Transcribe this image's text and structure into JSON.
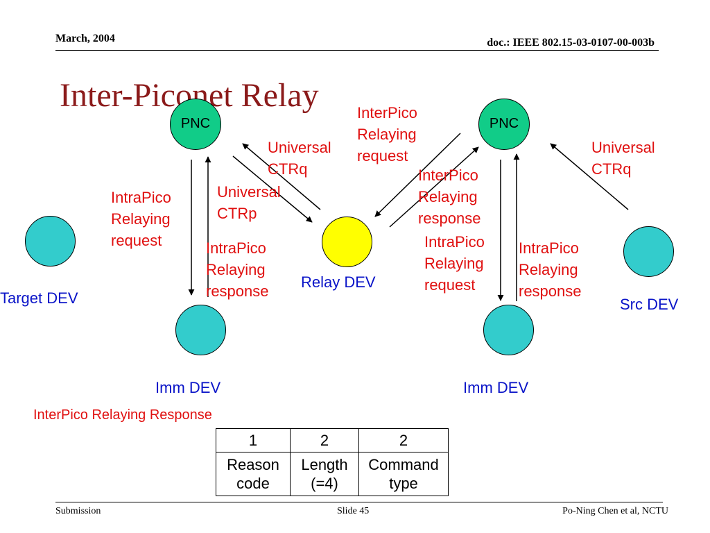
{
  "header": {
    "date": "March, 2004",
    "doc": "doc.: IEEE 802.15-03-0107-00-003b"
  },
  "slide": {
    "title": "Inter-Piconet Relay"
  },
  "nodes": {
    "pnc_left": "PNC",
    "pnc_right": "PNC",
    "target_dev": "Target DEV",
    "relay_dev": "Relay DEV",
    "src_dev": "Src DEV",
    "imm_dev_left": "Imm DEV",
    "imm_dev_right": "Imm DEV"
  },
  "labels": {
    "universal_ctrq_left": [
      "Universal",
      "CTRq"
    ],
    "universal_ctrp": [
      "Universal",
      "CTRp"
    ],
    "intrapico_request_left": [
      "IntraPico",
      "Relaying",
      "request"
    ],
    "intrapico_response_left": [
      "IntraPico",
      "Relaying",
      "response"
    ],
    "interpico_request": [
      "InterPico",
      "Relaying",
      "request"
    ],
    "interpico_response": [
      "InterPico",
      "Relaying",
      "response"
    ],
    "intrapico_request_right": [
      "IntraPico",
      "Relaying",
      "request"
    ],
    "intrapico_response_right": [
      "IntraPico",
      "Relaying",
      "response"
    ],
    "universal_ctrq_right": [
      "Universal",
      "CTRq"
    ]
  },
  "frame": {
    "caption": "InterPico Relaying Response",
    "sizes": [
      "1",
      "2",
      "2"
    ],
    "fields": [
      [
        "Reason",
        "code"
      ],
      [
        "Length",
        "(=4)"
      ],
      [
        "Command",
        "type"
      ]
    ]
  },
  "footer": {
    "left": "Submission",
    "center": "Slide 45",
    "right": "Po-Ning Chen et al, NCTU"
  },
  "colors": {
    "pnc": "#11cc88",
    "dev": "#33cccc",
    "relay": "#ffff00",
    "title": "#8b1a1a",
    "label_red": "#e01010",
    "label_blue": "#0a14c8"
  }
}
